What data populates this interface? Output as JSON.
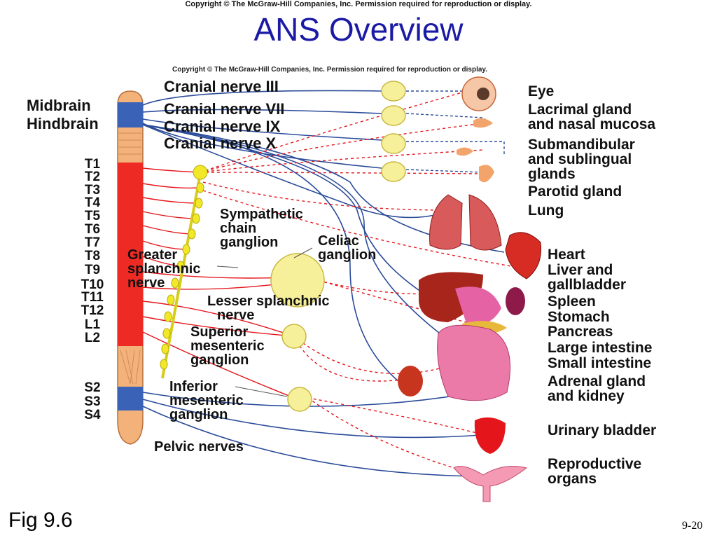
{
  "header": {
    "copyright": "Copyright © The McGraw-Hill Companies, Inc. Permission required for reproduction or display.",
    "title": "ANS Overview"
  },
  "figure": {
    "copyright": "Copyright © The McGraw-Hill Companies, Inc. Permission required for reproduction or display.",
    "regions": [
      "Midbrain",
      "Hindbrain"
    ],
    "cranial_nerves": [
      "Cranial nerve III",
      "Cranial nerve VII",
      "Cranial nerve IX",
      "Cranial nerve X"
    ],
    "spinal_levels": [
      "T1",
      "T2",
      "T3",
      "T4",
      "T5",
      "T6",
      "T7",
      "T8",
      "T9",
      "T10",
      "T11",
      "T12",
      "L1",
      "L2"
    ],
    "sacral_levels": [
      "S2",
      "S3",
      "S4"
    ],
    "sympathetic_chain": [
      "Sympathetic",
      "chain",
      "ganglion"
    ],
    "celiac": [
      "Celiac",
      "ganglion"
    ],
    "greater_splanchnic": [
      "Greater",
      "splanchnic",
      "nerve"
    ],
    "lesser_splanchnic": [
      "Lesser splanchnic",
      "nerve"
    ],
    "superior_mesenteric": [
      "Superior",
      "mesenteric",
      "ganglion"
    ],
    "inferior_mesenteric": [
      "Inferior",
      "mesenteric",
      "ganglion"
    ],
    "pelvic": "Pelvic nerves",
    "organs": {
      "eye": "Eye",
      "lacrimal": [
        "Lacrimal gland",
        "and nasal mucosa"
      ],
      "submandibular": [
        "Submandibular",
        "and sublingual",
        "glands"
      ],
      "parotid": "Parotid gland",
      "lung": "Lung",
      "heart": "Heart",
      "liver": [
        "Liver and",
        "gallbladder"
      ],
      "spleen": "Spleen",
      "stomach": "Stomach",
      "pancreas": "Pancreas",
      "large_intestine": "Large intestine",
      "small_intestine": "Small intestine",
      "adrenal": [
        "Adrenal gland",
        "and kidney"
      ],
      "bladder": "Urinary bladder",
      "reproductive": [
        "Reproductive",
        "organs"
      ]
    }
  },
  "footer": {
    "fig": "Fig 9.6",
    "page": "9-20"
  },
  "colors": {
    "title": "#1a1aa6",
    "sympathetic": "#e4161c",
    "parasympathetic": "#2b4c9a",
    "ganglion": "#f7f09a",
    "chain": "#f2e82a"
  }
}
